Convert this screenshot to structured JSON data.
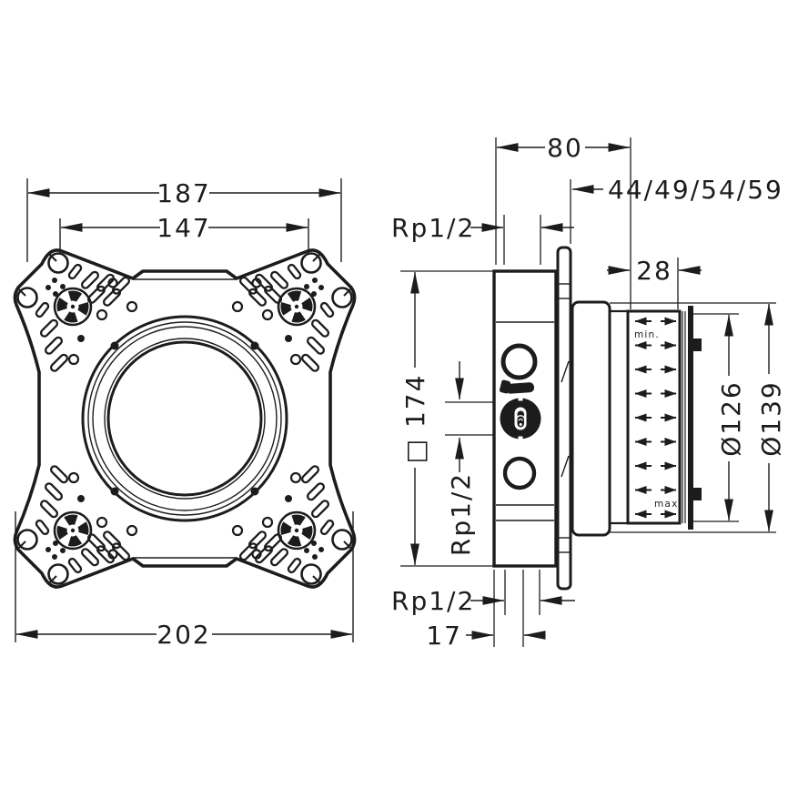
{
  "page": {
    "background": "#ffffff",
    "line_color": "#1c1c1c"
  },
  "front_view": {
    "dim_outer_width_top": "187",
    "dim_hole_spacing": "147",
    "dim_outer_width_bottom": "202"
  },
  "side_view": {
    "dim_total_depth": "80",
    "dim_installation_depth_options": "44/49/54/59",
    "label_thread_top": "Rp1/2",
    "dim_sleeve_depth": "28",
    "dim_body_height": "□ 174",
    "label_thread_middle": "Rp1/2",
    "label_thread_bottom": "Rp1/2",
    "dim_outlet_offset": "17",
    "dim_diameter_sleeve": "Ø126",
    "dim_diameter_flange": "Ø139",
    "label_min": "min.",
    "label_max": "max."
  }
}
